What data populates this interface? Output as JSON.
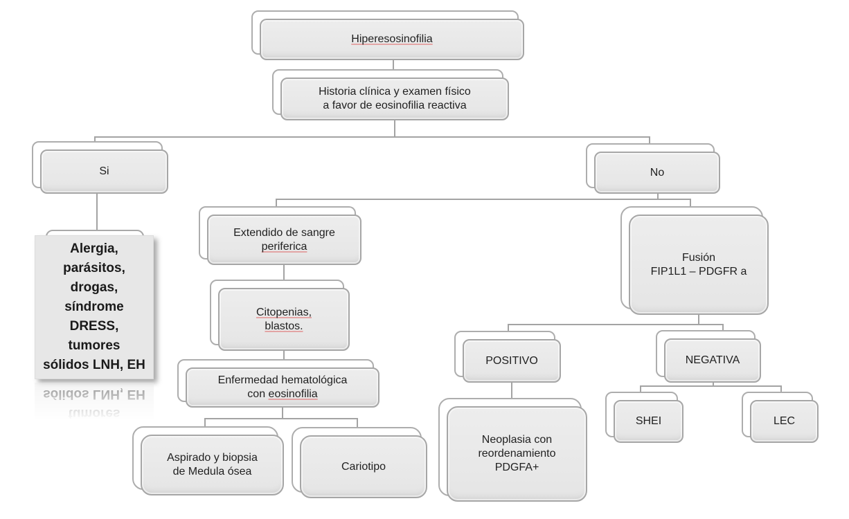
{
  "diagram": {
    "title_node": "Hiperesosinofilia",
    "palette": {
      "box_fill": "#e9e9e9",
      "box_border": "#a6a6a6",
      "connector": "#a3a3a3",
      "text": "#1f1f1f",
      "spellcheck_underline": "#de6e6e",
      "background": "#ffffff"
    },
    "nodes": {
      "root": {
        "label": "Hiperesosinofilia"
      },
      "historia": {
        "label": "Historia clínica y examen físico\na favor de eosinofilia reactiva"
      },
      "si": {
        "label": "Si"
      },
      "no": {
        "label": "No"
      },
      "alergia": {
        "label": "Alergia,\nparásitos,\ndrogas,\nsíndrome\nDRESS,\ntumores\nsólidos LNH, EH",
        "reflection": "tumores\nsólidos LNH, EH"
      },
      "extendido": {
        "line1": "Extendido de sangre",
        "line2": "periferica"
      },
      "citopenias": {
        "line1": "Citopenias,",
        "line2": "blastos."
      },
      "enfermedad": {
        "line1": "Enfermedad hematológica",
        "line2_prefix": "con ",
        "line2_word": "eosinofilia"
      },
      "aspirado": {
        "label": "Aspirado y biopsia\nde Medula ósea"
      },
      "cariotipo": {
        "label": "Cariotipo"
      },
      "fusion": {
        "label": "Fusión\nFIP1L1 – PDGFR a"
      },
      "positivo": {
        "label": "POSITIVO"
      },
      "negativa": {
        "label": "NEGATIVA"
      },
      "neoplasia": {
        "label": "Neoplasia con\nreordenamiento\nPDGFA+"
      },
      "shei": {
        "label": "SHEI"
      },
      "lec": {
        "label": "LEC"
      }
    }
  }
}
